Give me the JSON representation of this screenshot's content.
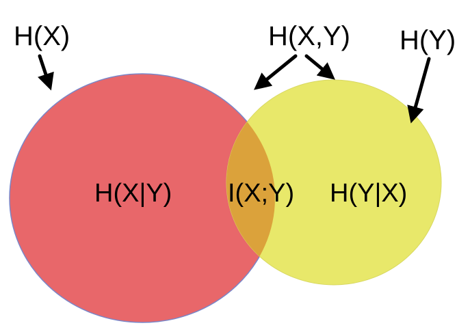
{
  "labels": {
    "hx": "H(X)",
    "hxy_joint": "H(X,Y)",
    "hy": "H(Y)",
    "hx_given_y": "H(X|Y)",
    "mutual_info": "I(X;Y)",
    "hy_given_x": "H(Y|X)"
  },
  "colors": {
    "circle_x": "#e8676a",
    "circle_x_border": "#7a86c8",
    "circle_y": "#e8e86a",
    "overlap": "#dba23b",
    "arrow": "#000000",
    "text": "#000000"
  }
}
